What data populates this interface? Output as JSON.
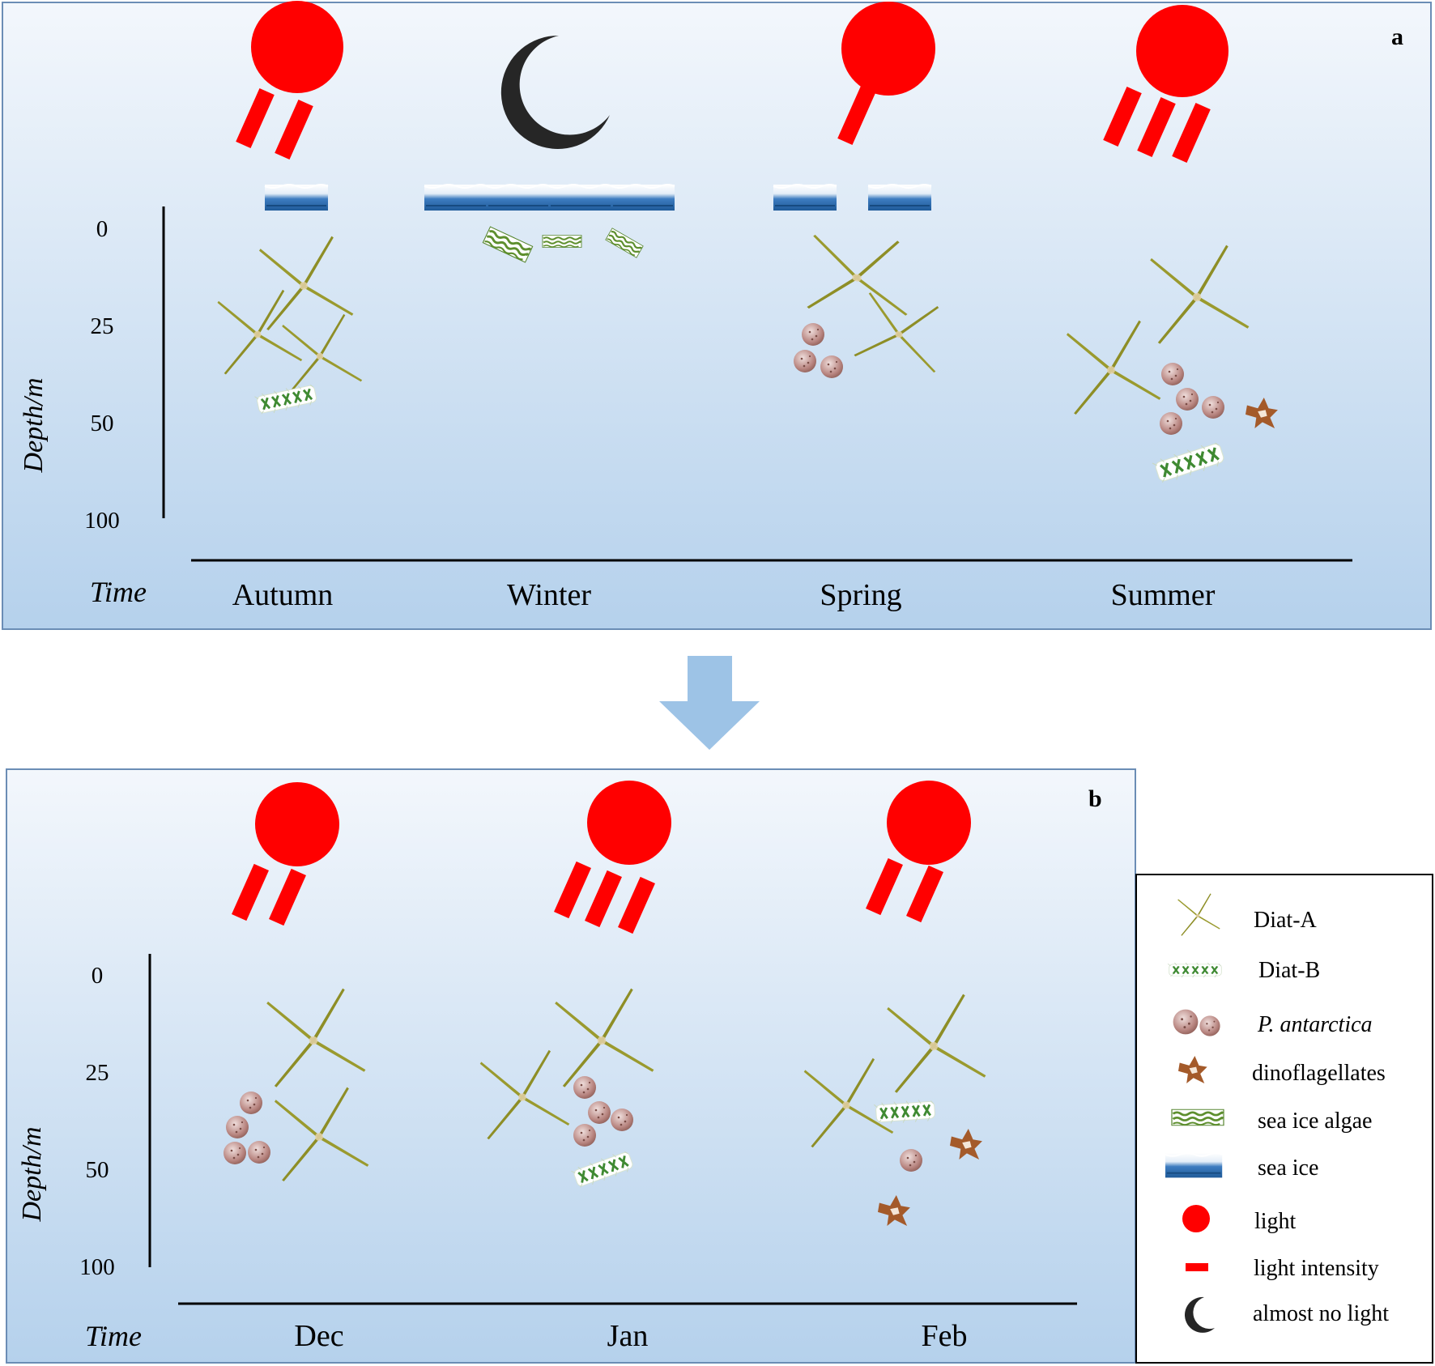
{
  "panel_a": {
    "letter": "a",
    "y_axis_label": "Depth/m",
    "depth_ticks": [
      "0",
      "25",
      "50",
      "100"
    ],
    "time_label": "Time",
    "columns": [
      {
        "label": "Autumn",
        "light": "sun",
        "intensity_bars": 2,
        "sea_ice": "single"
      },
      {
        "label": "Winter",
        "light": "moon",
        "intensity_bars": 0,
        "sea_ice": "continuous"
      },
      {
        "label": "Spring",
        "light": "sun",
        "intensity_bars": 1,
        "sea_ice": "broken"
      },
      {
        "label": "Summer",
        "light": "sun",
        "intensity_bars": 3,
        "sea_ice": "none"
      }
    ]
  },
  "panel_b": {
    "letter": "b",
    "y_axis_label": "Depth/m",
    "depth_ticks": [
      "0",
      "25",
      "50",
      "100"
    ],
    "time_label": "Time",
    "columns": [
      {
        "label": "Dec",
        "light": "sun",
        "intensity_bars": 2
      },
      {
        "label": "Jan",
        "light": "sun",
        "intensity_bars": 3
      },
      {
        "label": "Feb",
        "light": "sun",
        "intensity_bars": 2
      }
    ]
  },
  "legend": {
    "items": [
      {
        "icon": "diat-a-icon",
        "label": "Diat-A"
      },
      {
        "icon": "diat-b-icon",
        "label": "Diat-B"
      },
      {
        "icon": "p-antarctica-icon",
        "label": "P. antarctica",
        "italic": true
      },
      {
        "icon": "dinoflagellate-icon",
        "label": "dinoflagellates"
      },
      {
        "icon": "sea-ice-algae-icon",
        "label": "sea ice algae"
      },
      {
        "icon": "sea-ice-icon",
        "label": "sea ice"
      },
      {
        "icon": "sun-icon",
        "label": "light"
      },
      {
        "icon": "light-bar-icon",
        "label": "light intensity"
      },
      {
        "icon": "moon-icon",
        "label": "almost no light"
      }
    ]
  },
  "colors": {
    "light": "#ff0000",
    "moon": "#222222",
    "diatom_a": "#9a9a2e",
    "diatom_b": "#4a8a3a",
    "p_antarctica": "#a0706a",
    "dinoflagellate": "#a45a2a",
    "sea_ice": "#2f6ea8",
    "arrow": "#9dc3e6"
  }
}
